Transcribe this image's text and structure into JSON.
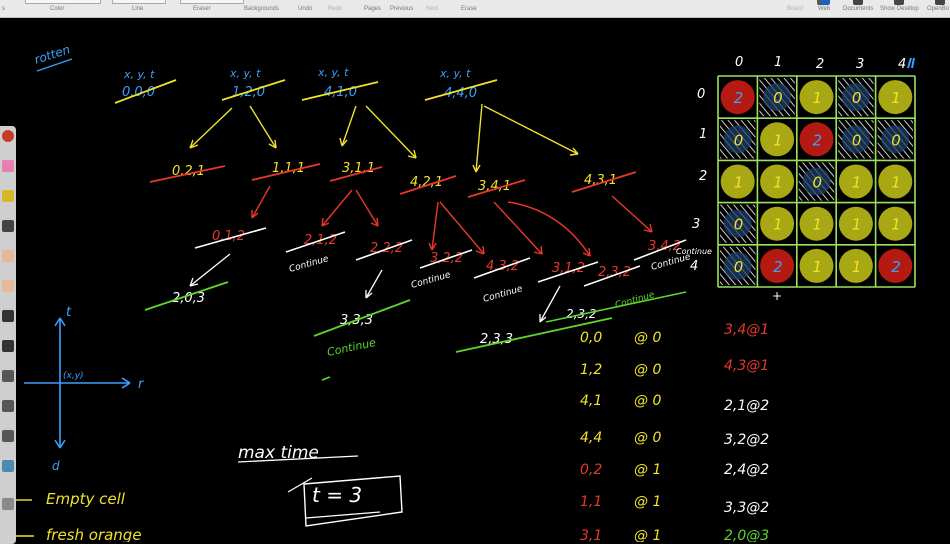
{
  "toolbar": {
    "items": [
      "Color",
      "Line",
      "Eraser",
      "Backgrounds",
      "Undo",
      "Redo",
      "Pages",
      "Previous",
      "Next",
      "Erase",
      "Board",
      "Web",
      "Documents",
      "Show Desktop",
      "OpenBo"
    ],
    "left_fragment": "s"
  },
  "board": {
    "rotten_label": "rotten",
    "roots": [
      {
        "header": "x, y, t",
        "value": "0,0,0"
      },
      {
        "header": "x, y, t",
        "value": "1,2,0"
      },
      {
        "header": "x, y, t",
        "value": "4,1,0"
      },
      {
        "header": "x, y, t",
        "value": "4,4,0"
      }
    ],
    "level1": [
      "0,2,1",
      "1,1,1",
      "3,1,1",
      "4,2,1",
      "3,4,1",
      "4,3,1"
    ],
    "level2": [
      "0,1,2",
      "2,1,2",
      "2,2,2",
      "3,2,2",
      "4,3,2",
      "3,1,2",
      "2,3,2",
      "3,4,2"
    ],
    "level3": [
      "2,0,3",
      "3,3,3",
      "2,3,3"
    ],
    "tree_notes": [
      "Continue",
      "Continue",
      "Continue",
      "Continue",
      "Continue",
      "Continue",
      "Continue"
    ],
    "axes": {
      "t_label": "t",
      "r_label": "r",
      "point_label": "(x,y)",
      "d_label": "d"
    },
    "grid": {
      "col_headers": [
        "0",
        "1",
        "2",
        "3",
        "4"
      ],
      "row_headers": [
        "0",
        "1",
        "2",
        "3",
        "4"
      ],
      "cells": [
        [
          "2",
          "0",
          "1",
          "0",
          "1"
        ],
        [
          "0",
          "1",
          "2",
          "0",
          "0"
        ],
        [
          "1",
          "1",
          "0",
          "1",
          "1"
        ],
        [
          "0",
          "1",
          "1",
          "1",
          "1"
        ],
        [
          "0",
          "2",
          "1",
          "1",
          "2"
        ]
      ]
    },
    "times_left": [
      {
        "coord": "0,0",
        "t": "@ 0"
      },
      {
        "coord": "1,2",
        "t": "@ 0"
      },
      {
        "coord": "4,1",
        "t": "@ 0"
      },
      {
        "coord": "4,4",
        "t": "@ 0"
      },
      {
        "coord": "0,2",
        "t": "@ 1"
      },
      {
        "coord": "1,1",
        "t": "@ 1"
      },
      {
        "coord": "3,1",
        "t": "@ 1"
      }
    ],
    "times_right": [
      "3,4@1",
      "4,3@1",
      "2,1@2",
      "3,2@2",
      "2,4@2",
      "3,3@2",
      "2,0@3"
    ],
    "max_time_label": "max time",
    "max_time_value": "t = 3",
    "legend": [
      {
        "key": "0",
        "text": "Empty cell"
      },
      {
        "key": "1",
        "text": "fresh orange"
      }
    ],
    "colors": {
      "bg": "#000000",
      "yellow": "#f2e12a",
      "red": "#e8382a",
      "orange": "#ff6a2a",
      "white": "#ffffff",
      "green": "#5cd62c",
      "blue": "#3aa0ff",
      "grid_line": "#9be35c",
      "fresh_fill": "#a8a814",
      "rotten_fill": "#b41a12",
      "empty_fill": "#1c3d66",
      "wall_fill": "#3e8f22"
    }
  }
}
